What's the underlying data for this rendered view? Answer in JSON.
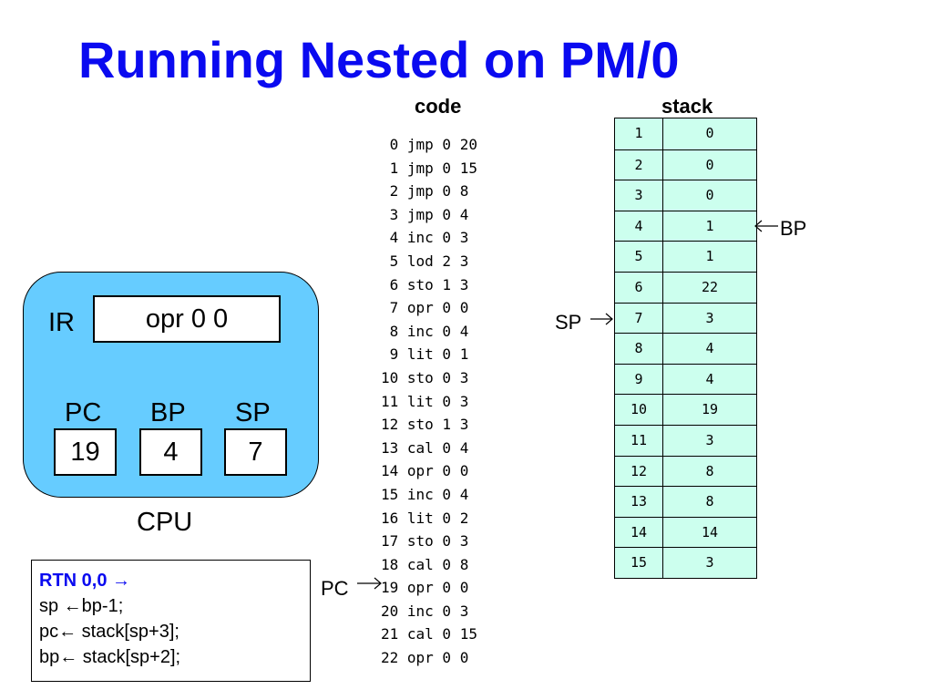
{
  "title": "Running Nested on PM/0",
  "code": {
    "header": "code",
    "lines": [
      "0 jmp 0 20",
      "1 jmp 0 15",
      "2 jmp 0 8",
      "3 jmp 0 4",
      "4 inc 0 3",
      "5 lod 2 3",
      "6 sto 1 3",
      "7 opr 0 0",
      "8 inc 0 4",
      "9 lit 0 1",
      "10 sto 0 3",
      "11 lit 0 3",
      "12 sto 1 3",
      "13 cal 0 4",
      "14 opr 0 0",
      "15 inc 0 4",
      "16 lit 0 2",
      "17 sto 0 3",
      "18 cal 0 8",
      "19 opr 0 0",
      "20 inc 0 3",
      "21 cal 0 15",
      "22 opr 0 0"
    ]
  },
  "stack": {
    "header": "stack",
    "rows": [
      {
        "index": "1",
        "value": "0"
      },
      {
        "index": "2",
        "value": "0"
      },
      {
        "index": "3",
        "value": "0"
      },
      {
        "index": "4",
        "value": "1"
      },
      {
        "index": "5",
        "value": "1"
      },
      {
        "index": "6",
        "value": "22"
      },
      {
        "index": "7",
        "value": "3"
      },
      {
        "index": "8",
        "value": "4"
      },
      {
        "index": "9",
        "value": "4"
      },
      {
        "index": "10",
        "value": "19"
      },
      {
        "index": "11",
        "value": "3"
      },
      {
        "index": "12",
        "value": "8"
      },
      {
        "index": "13",
        "value": "8"
      },
      {
        "index": "14",
        "value": "14"
      },
      {
        "index": "15",
        "value": "3"
      }
    ]
  },
  "pointers": {
    "bp_label": "BP",
    "sp_label": "SP",
    "pc_label": "PC"
  },
  "cpu": {
    "label": "CPU",
    "ir_label": "IR",
    "ir_value": "opr 0 0",
    "pc_label": "PC",
    "pc_value": "19",
    "bp_label": "BP",
    "bp_value": "4",
    "sp_label": "SP",
    "sp_value": "7"
  },
  "rtn": {
    "title": "RTN  0,0 →",
    "lines": [
      "sp ←bp-1;",
      "pc← stack[sp+3];",
      "bp← stack[sp+2];"
    ]
  },
  "colors": {
    "title": "#0a0af0",
    "cpu_fill": "#66ccff",
    "stack_fill": "#ccffee"
  }
}
